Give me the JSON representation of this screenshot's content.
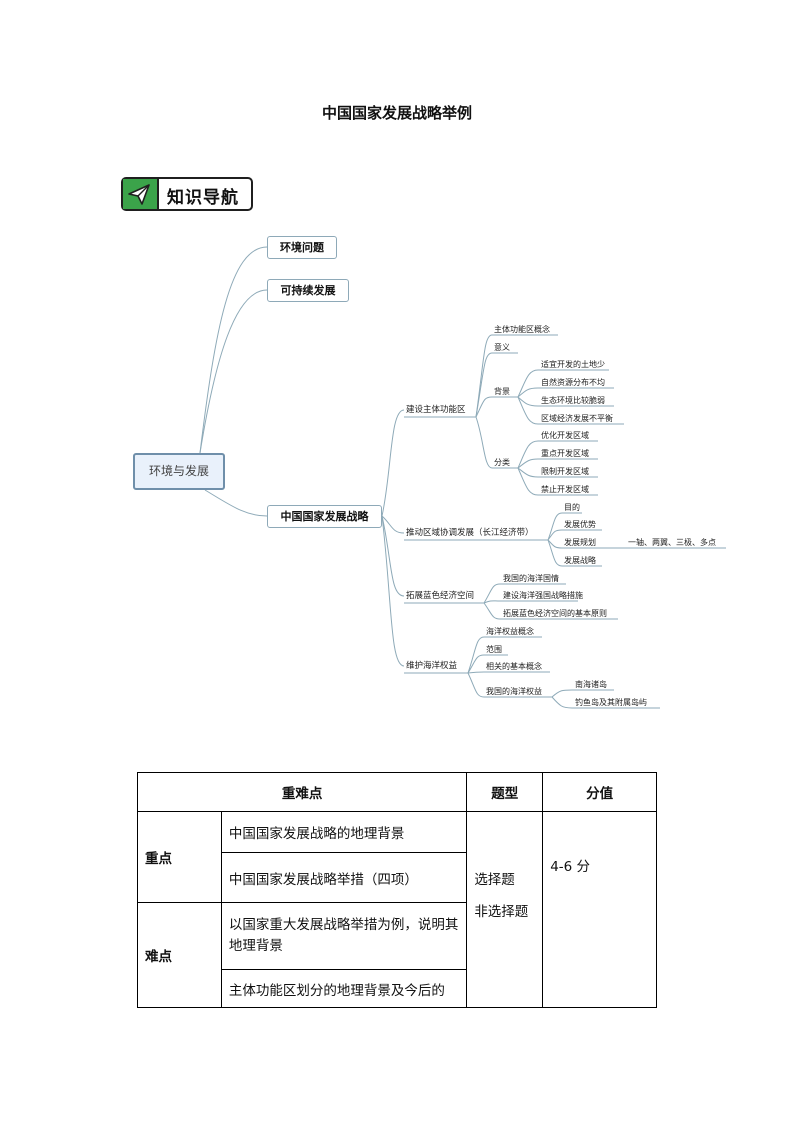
{
  "title": "中国国家发展战略举例",
  "nav_badge": {
    "label": "知识导航",
    "icon": "paper-plane-icon",
    "accent": "#3ba34a"
  },
  "mindmap": {
    "root": "环境与发展",
    "branches": {
      "env": "环境问题",
      "sustain": "可持续发展",
      "strategy": "中国国家发展战略"
    },
    "zones": {
      "label": "建设主体功能区",
      "concept": "主体功能区概念",
      "meaning": "意义",
      "background": {
        "label": "背景",
        "items": [
          "适宜开发的土地少",
          "自然资源分布不均",
          "生态环境比较脆弱",
          "区域经济发展不平衡"
        ]
      },
      "classes": {
        "label": "分类",
        "items": [
          "优化开发区域",
          "重点开发区域",
          "限制开发区域",
          "禁止开发区域"
        ]
      }
    },
    "region": {
      "label": "推动区域协调发展（长江经济带）",
      "items": [
        "目的",
        "发展优势",
        "发展规划",
        "发展战略"
      ],
      "plan_detail": "一轴、两翼、三极、多点"
    },
    "blue": {
      "label": "拓展蓝色经济空间",
      "items": [
        "我国的海洋国情",
        "建设海洋强国战略措施",
        "拓展蓝色经济空间的基本原则"
      ]
    },
    "sea": {
      "label": "维护海洋权益",
      "items": [
        "海洋权益概念",
        "范围",
        "相关的基本概念",
        "我国的海洋权益"
      ],
      "rights": [
        "南海诸岛",
        "钓鱼岛及其附属岛屿"
      ]
    }
  },
  "table": {
    "headers": [
      "重难点",
      "题型",
      "分值"
    ],
    "key_label": "重点",
    "key_items": [
      "中国国家发展战略的地理背景",
      "中国国家发展战略举措（四项）"
    ],
    "hard_label": "难点",
    "hard_items": [
      "以国家重大发展战略举措为例，说明其地理背景",
      "主体功能区划分的地理背景及今后的"
    ],
    "types": [
      "选择题",
      "非选择题"
    ],
    "score": "4-6 分"
  }
}
